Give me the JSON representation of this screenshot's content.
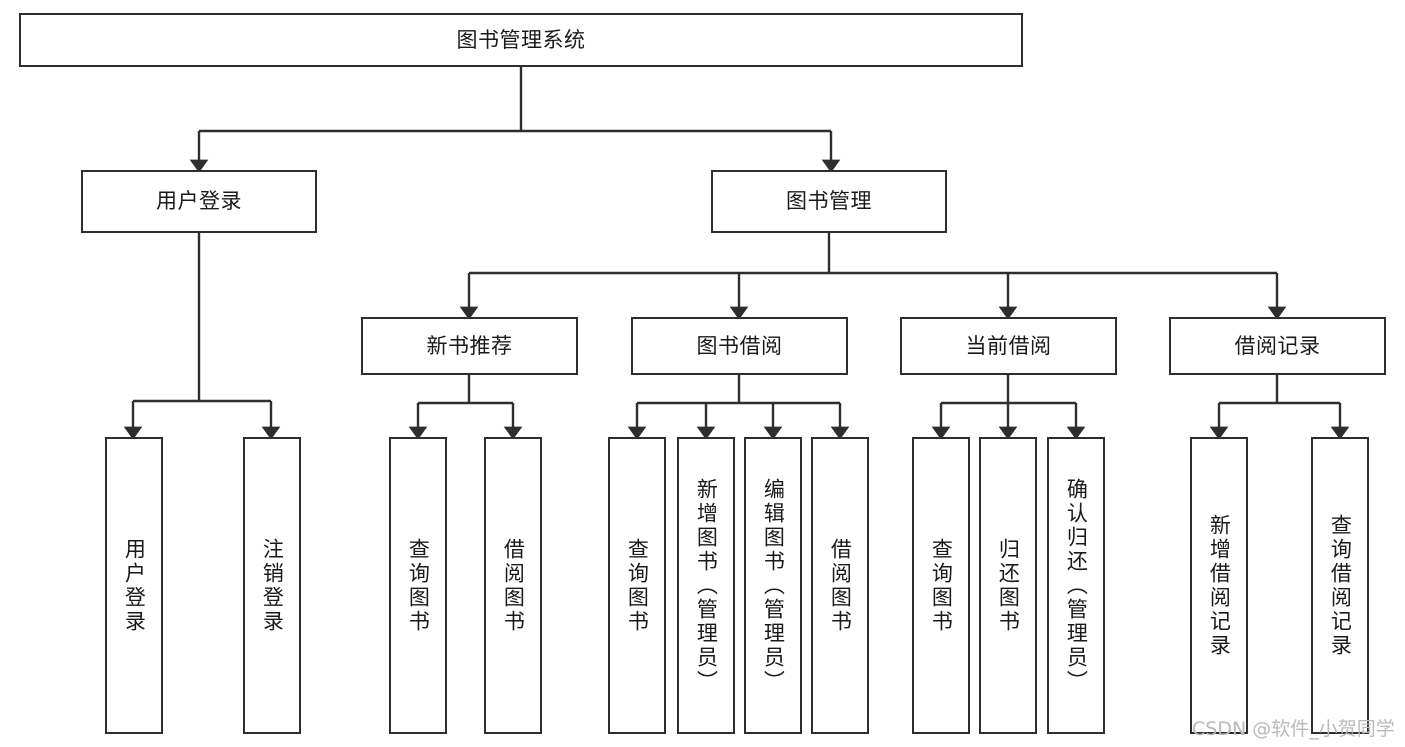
{
  "diagram": {
    "title": "图书管理系统",
    "type": "tree-hierarchy",
    "watermark": "CSDN @软件_小贺同学",
    "colors": {
      "border": "#2e2e2e",
      "background": "#ffffff",
      "text": "#1a1a1a",
      "edge": "#2e2e2e",
      "watermark": "#b9b9b9"
    }
  },
  "nodes": {
    "root": {
      "label": "图书管理系统"
    },
    "level2": [
      {
        "label": "用户登录"
      },
      {
        "label": "图书管理"
      }
    ],
    "level3": [
      {
        "label": "新书推荐"
      },
      {
        "label": "图书借阅"
      },
      {
        "label": "当前借阅"
      },
      {
        "label": "借阅记录"
      }
    ],
    "leaves": {
      "user_login": [
        {
          "label": "用户登录"
        },
        {
          "label": "注销登录"
        }
      ],
      "new_book": [
        {
          "label": "查询图书"
        },
        {
          "label": "借阅图书"
        }
      ],
      "book_borrow": [
        {
          "label": "查询图书"
        },
        {
          "label": "新增图书（管理员）"
        },
        {
          "label": "编辑图书（管理员）"
        },
        {
          "label": "借阅图书"
        }
      ],
      "current_borrow": [
        {
          "label": "查询图书"
        },
        {
          "label": "归还图书"
        },
        {
          "label": "确认归还（管理员）"
        }
      ],
      "borrow_record": [
        {
          "label": "新增借阅记录"
        },
        {
          "label": "查询借阅记录"
        }
      ]
    }
  }
}
